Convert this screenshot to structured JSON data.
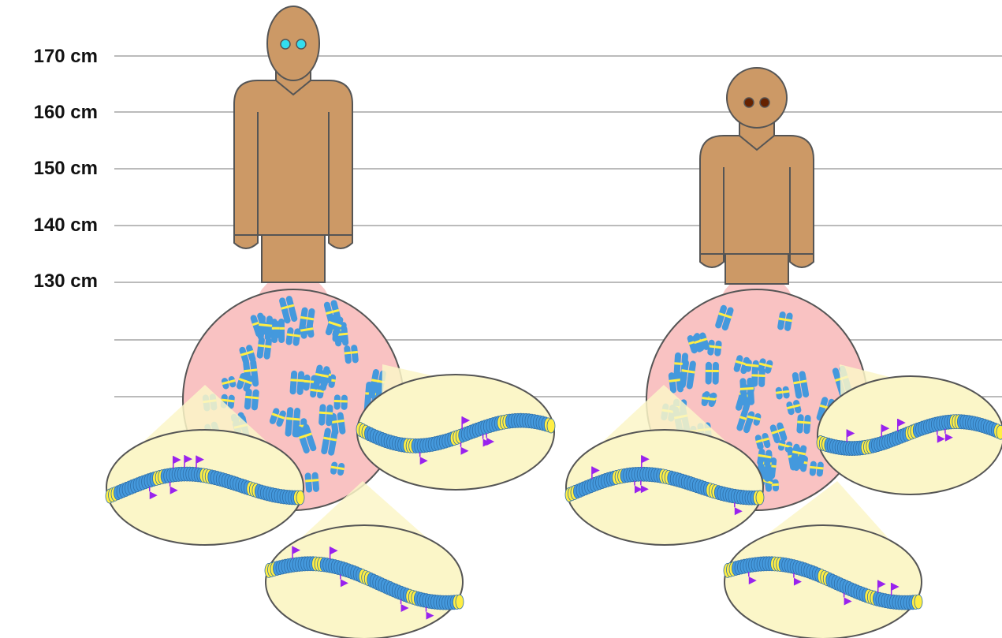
{
  "height_scale": {
    "labels": [
      "170 cm",
      "160 cm",
      "150 cm",
      "140 cm",
      "130 cm"
    ]
  },
  "colors": {
    "background": "#ffffff",
    "gridline": "#bbbbbb",
    "skin": "#cc9966",
    "outline": "#555555",
    "eyes_person_1": "#33ddee",
    "eyes_person_2": "#662200",
    "cell_fill": "#f9c2c2",
    "cone_fill": "#f9c2c2",
    "zoom_fill": "#fbf6c8",
    "chromosome_blue": "#4499dd",
    "chromosome_band": "#ffee44",
    "marker_purple": "#9922ee"
  },
  "people": [
    {
      "eye_color_name": "blue",
      "relative_height": "taller"
    },
    {
      "eye_color_name": "brown",
      "relative_height": "shorter"
    }
  ]
}
